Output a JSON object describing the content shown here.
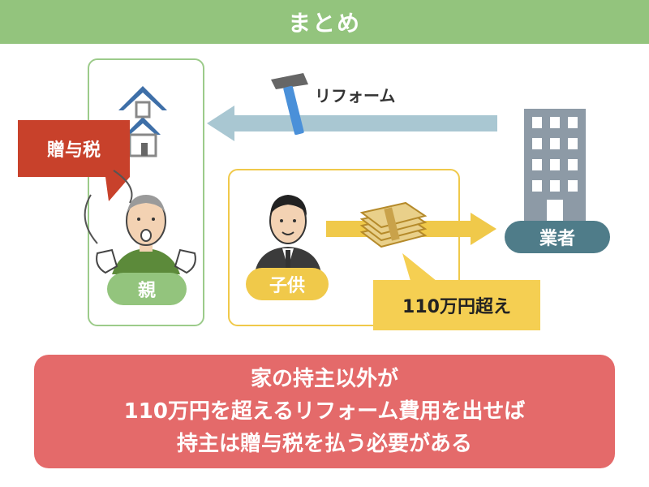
{
  "header": {
    "title": "まとめ"
  },
  "labels": {
    "reform": "リフォーム",
    "contractor": "業者",
    "parent": "親",
    "child": "子供",
    "gift_tax": "贈与税",
    "amount": "110万円超え"
  },
  "summary": {
    "line1": "家の持主以外が",
    "line2": "110万円を超えるリフォーム費用を出せば",
    "line3": "持主は贈与税を払う必要がある"
  },
  "colors": {
    "header": "#93c47d",
    "parent_accent": "#9ccb8a",
    "child_accent": "#f0c94a",
    "tax": "#c8412b",
    "summary": "#e46a6a",
    "contractor": "#4f7c89"
  }
}
